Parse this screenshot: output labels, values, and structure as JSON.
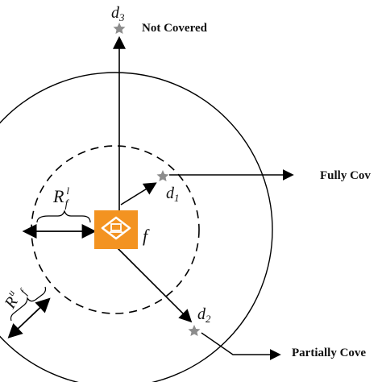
{
  "diagram": {
    "labels": {
      "d3": "d",
      "d3_sub": "3",
      "d1": "d",
      "d1_sub": "1",
      "d2": "d",
      "d2_sub": "2",
      "f": "f",
      "rf_l_R": "R",
      "rf_l_sub": "f",
      "rf_l_sup": "l",
      "rf_u_R": "R",
      "rf_u_sup": "u",
      "rf_u_sub": "f"
    },
    "annotations": {
      "not_covered": "Not Covered",
      "fully_covered": "Fully Cov",
      "partially_covered": "Partially Cove"
    },
    "colors": {
      "node_orange": "#F39321",
      "node_icon": "#ffffff",
      "star": "#8c8c8c",
      "line": "#000000"
    },
    "icons": {
      "fog_node": "fog-node-icon",
      "device": "star-icon"
    }
  }
}
